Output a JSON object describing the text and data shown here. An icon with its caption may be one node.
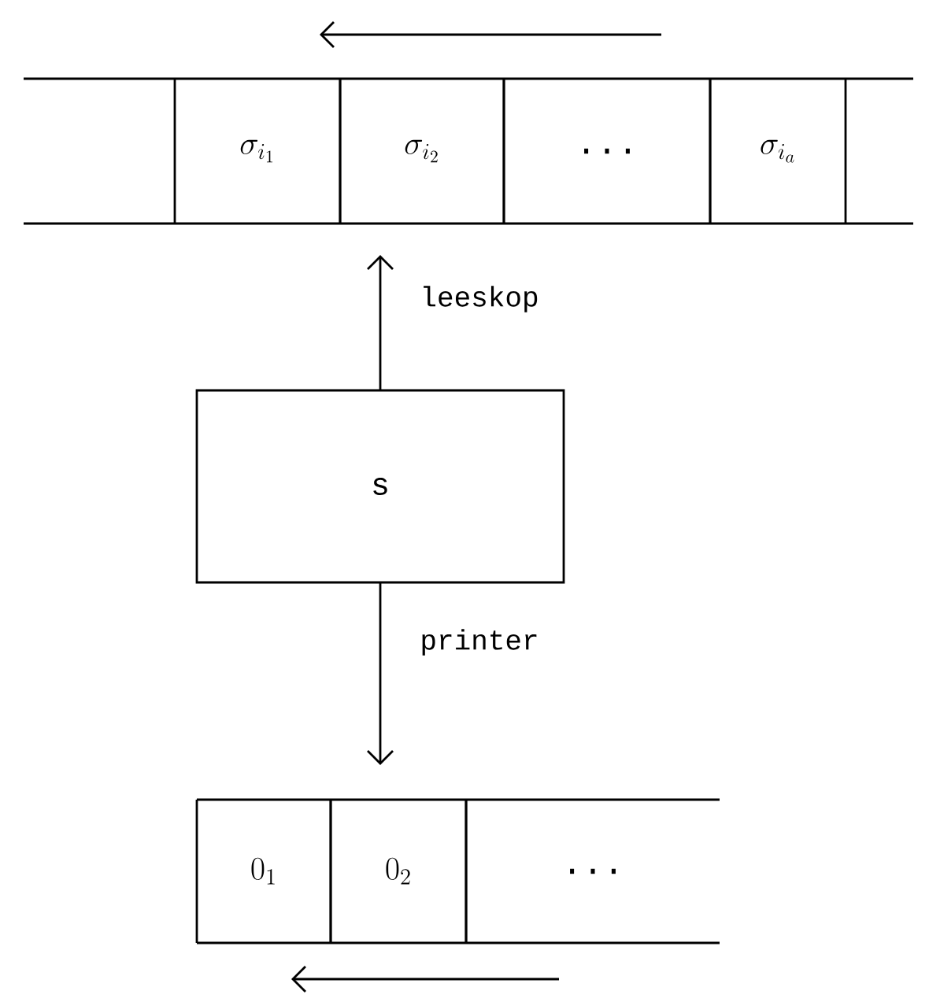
{
  "diagram": {
    "nodes": [
      {
        "text": [],
        "shape": "bar"
      },
      {
        "text": [
          "\\sigma_{i_1}"
        ],
        "in": 0
      },
      {
        "text": [
          "\\sigma_{i_2}"
        ],
        "in": 0
      },
      {
        "text": [
          "..."
        ],
        "in": 0
      },
      {
        "text": [
          "\\sigma_{i_a}"
        ],
        "in": 0
      },
      {
        "text": [
          "s"
        ]
      },
      {
        "text": [],
        "shape": "bar"
      },
      {
        "text": [
          "0_1"
        ],
        "in": 6
      },
      {
        "text": [
          "0_2"
        ],
        "in": 6
      },
      {
        "text": [
          "..."
        ],
        "in": 6
      }
    ],
    "edges": [
      {
        "from": 5,
        "to": 0,
        "arrow": "to",
        "label": "leeskop"
      },
      {
        "from": 5,
        "to": 6,
        "arrow": "to",
        "label": "printer"
      }
    ]
  }
}
